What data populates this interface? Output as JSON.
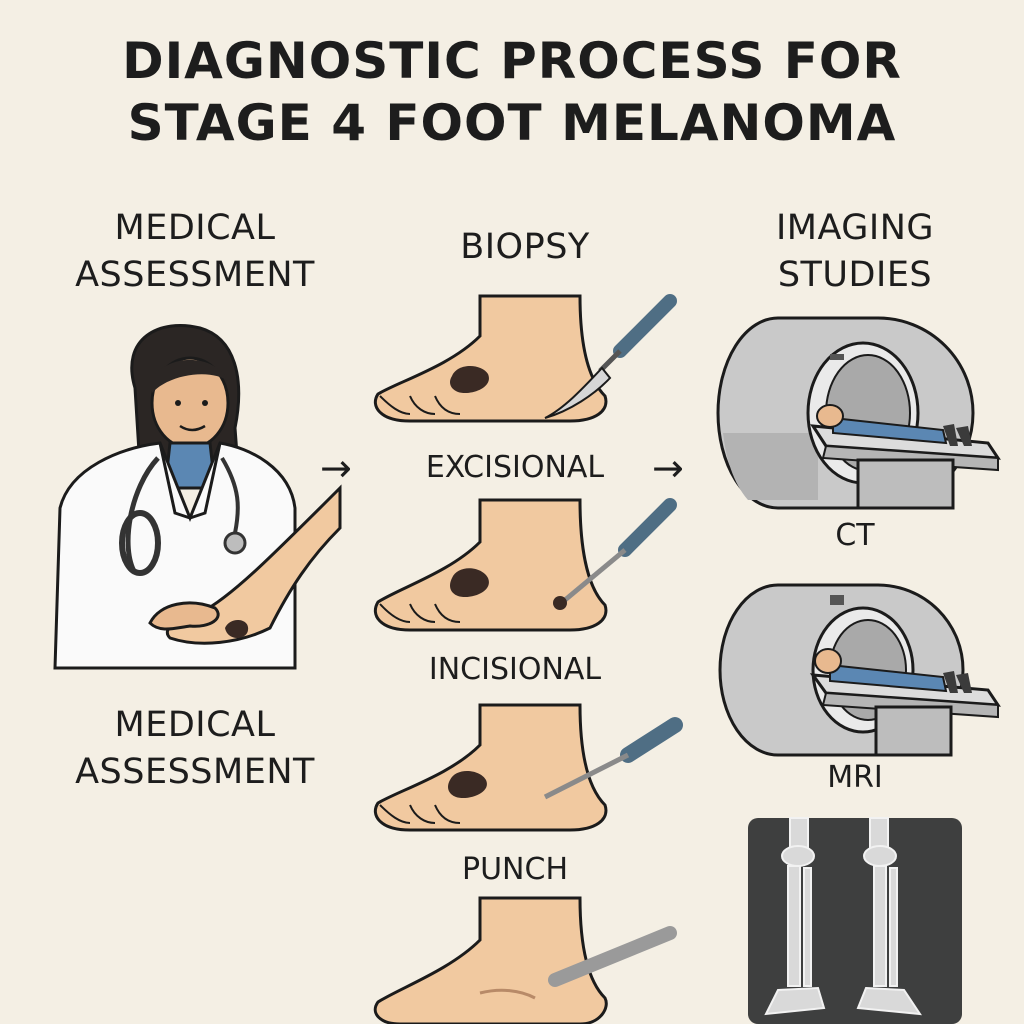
{
  "title": {
    "line1": "DIAGNOSTIC PROCESS FOR",
    "line2": "STAGE 4 FOOT MELANOMA"
  },
  "columns": {
    "assessment": {
      "heading_line1": "MEDICAL",
      "heading_line2": "ASSESSMENT"
    },
    "biopsy": {
      "heading": "BIOPSY"
    },
    "imaging": {
      "heading_line1": "IMAGING",
      "heading_line2": "STUDIES"
    }
  },
  "assessment_caption": {
    "line1": "MEDICAL",
    "line2": "ASSESSMENT"
  },
  "biopsy_types": [
    "EXCISIONAL",
    "INCISIONAL",
    "PUNCH"
  ],
  "imaging_types": [
    "CT",
    "MRI"
  ],
  "arrows": [
    "→",
    "→"
  ],
  "colors": {
    "background": "#f4efe4",
    "skin": "#f1c9a0",
    "lesion": "#3a2a24",
    "scanner": "#c9c9c9",
    "patient": "#5b87b3",
    "xray_bg": "#3e3f3f"
  }
}
